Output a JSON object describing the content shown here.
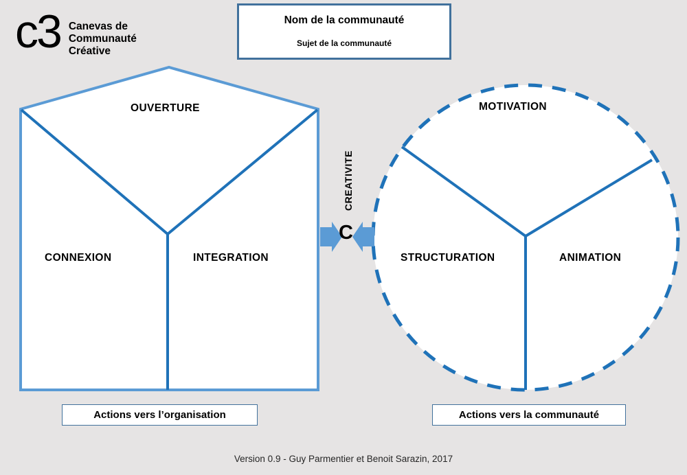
{
  "background_color": "#e6e4e4",
  "accent_color": "#1f72b8",
  "outline_color": "#5b9bd5",
  "box_border_color": "#41719c",
  "arrow_color": "#5b9bd5",
  "logo": {
    "mark": "c3",
    "text": "Canevas de\nCommunauté\nCréative"
  },
  "title_box": {
    "name": "Nom de la communauté",
    "subject": "Sujet de la communauté"
  },
  "left_shape": {
    "type": "pentagon",
    "labels": {
      "top": "OUVERTURE",
      "bottom_left": "CONNEXION",
      "bottom_right": "INTEGRATION"
    }
  },
  "center": {
    "rotated_label": "CREATIVITE",
    "glyph": "C",
    "left_arrow": "arrow-right-icon",
    "right_arrow": "arrow-left-icon"
  },
  "right_shape": {
    "type": "dashed-circle",
    "labels": {
      "top": "MOTIVATION",
      "bottom_left": "STRUCTURATION",
      "bottom_right": "ANIMATION"
    }
  },
  "action_boxes": {
    "left": "Actions vers l’organisation",
    "right": "Actions vers la communauté"
  },
  "footer": "Version 0.9 - Guy Parmentier et Benoit Sarazin, 2017"
}
